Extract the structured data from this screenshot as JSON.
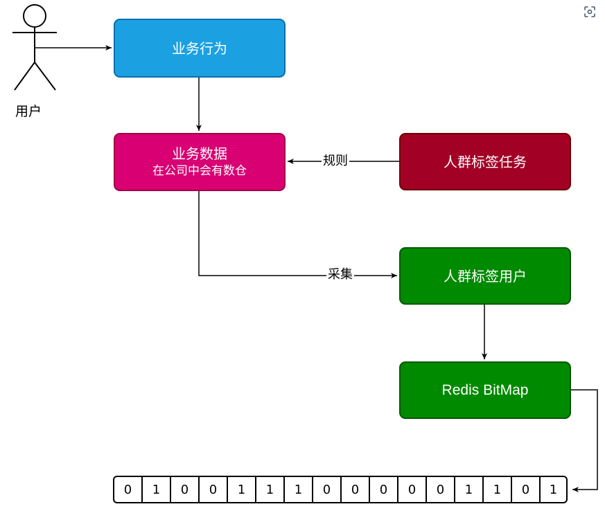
{
  "actor": {
    "label": "用户"
  },
  "nodes": {
    "business_behavior": {
      "label": "业务行为"
    },
    "business_data": {
      "label": "业务数据",
      "sublabel": "在公司中会有数仓"
    },
    "crowd_tag_task": {
      "label": "人群标签任务"
    },
    "crowd_tag_users": {
      "label": "人群标签用户"
    },
    "redis_bitmap": {
      "label": "Redis BitMap"
    }
  },
  "edges": {
    "rule": {
      "label": "规则"
    },
    "collect": {
      "label": "采集"
    }
  },
  "bitmap_cells": [
    "0",
    "1",
    "0",
    "0",
    "1",
    "1",
    "1",
    "0",
    "0",
    "0",
    "0",
    "0",
    "1",
    "1",
    "0",
    "1"
  ],
  "colors": {
    "behavior": "#1ba1e2",
    "data": "#d80073",
    "task": "#a20025",
    "users": "#008a00"
  },
  "toolbar": {
    "expand_icon": "focus-icon"
  }
}
